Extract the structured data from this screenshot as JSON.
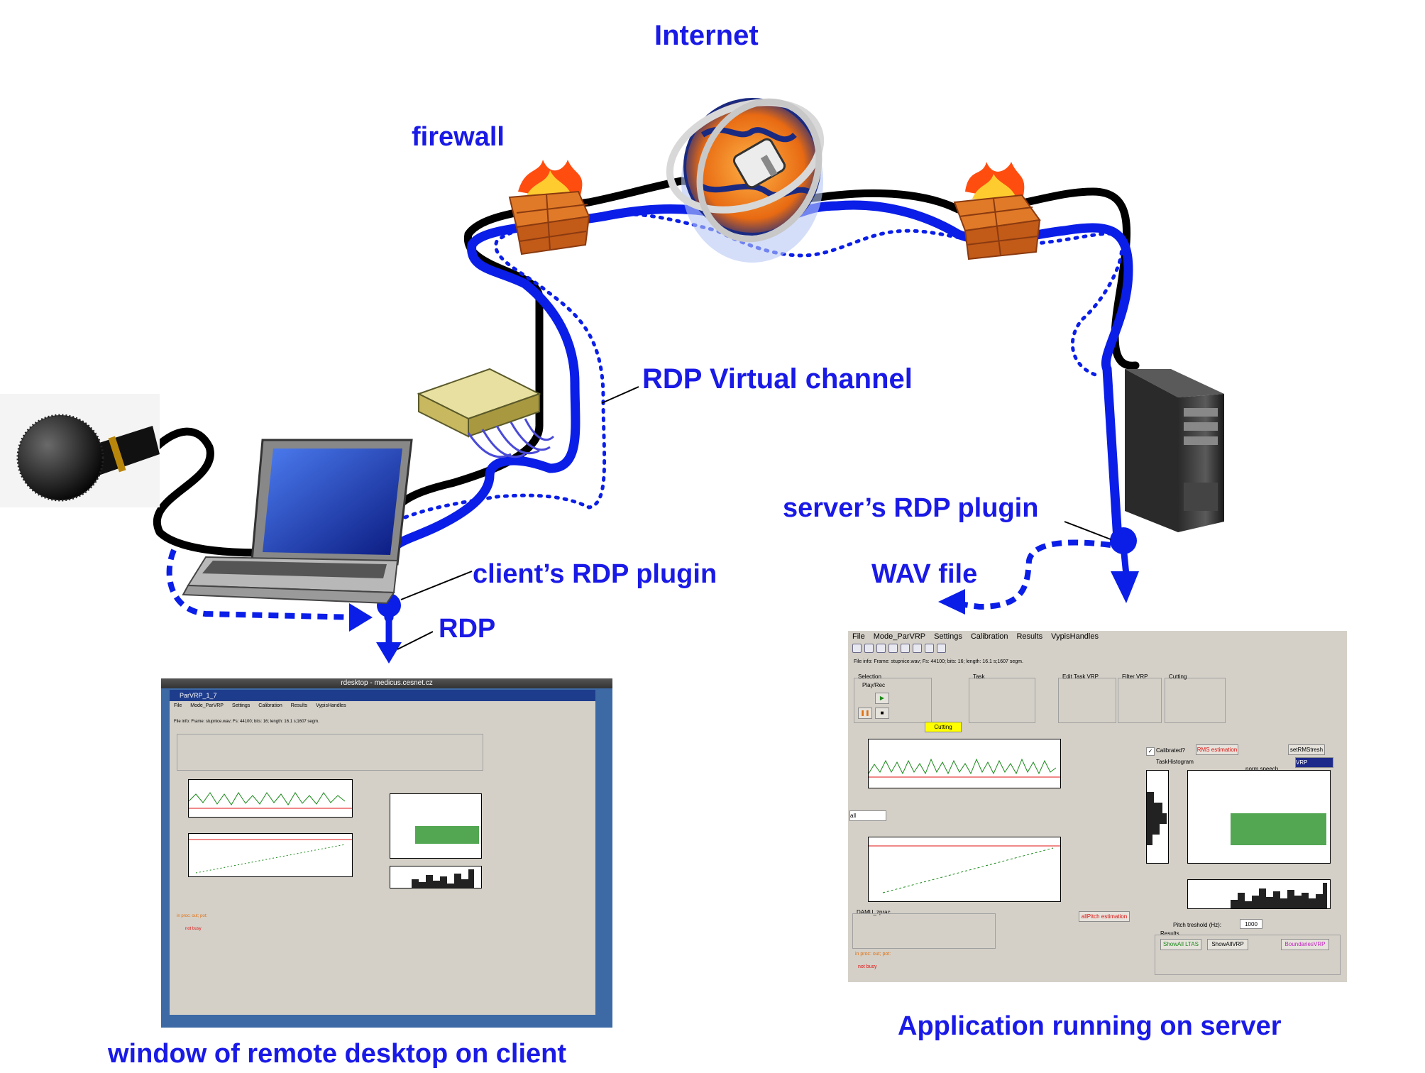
{
  "labels": {
    "internet": "Internet",
    "firewall": "firewall",
    "rdp_virtual_channel": "RDP Virtual channel",
    "servers_plugin": "server’s RDP plugin",
    "clients_plugin": "client’s RDP plugin",
    "wav_file": "WAV file",
    "rdp": "RDP",
    "caption_client": "window of remote desktop on client",
    "caption_server": "Application running on server"
  },
  "client_window": {
    "title": "rdesktop - medicus.cesnet.cz",
    "app_title": "ParVRP_1_7",
    "menu": [
      "File",
      "Mode_ParVRP",
      "Settings",
      "Calibration",
      "Results",
      "VypisHandles"
    ],
    "file_info": "File info: Frame: stupnice.wav; Fs: 44100; bits: 16; length: 16.1 s;1607 segm.",
    "status1": "in proc: out; pot:",
    "status2": "not busy"
  },
  "server_window": {
    "menu": [
      "File",
      "Mode_ParVRP",
      "Settings",
      "Calibration",
      "Results",
      "VypisHandles"
    ],
    "file_info": "File info: Frame: stupnice.wav; Fs: 44100; bits: 16; length: 16.1 s;1607 segm.",
    "selection": "Selection",
    "playrec": "Play/Rec",
    "task": "Task",
    "edit_task": "Edit Task VRP",
    "filter": "Filter VRP",
    "cutting": "Cutting",
    "calibrated": "Calibrated?",
    "rms_est": "RMS estimation",
    "set_rms": "setRMStresh",
    "task_hist": "TaskHistogram",
    "norm_speech": "norm.speech",
    "vrp": "VRP",
    "damu": "DAMU_zprac",
    "results": "Results",
    "show_all_ltas": "ShowAll LTAS",
    "show_all_vrp": "ShowAllVRP",
    "boundaries": "BoundariesVRP",
    "all_pitch": "allPitch estimation",
    "pitch_treshold": "Pitch treshold (Hz):",
    "pitch_val": "1000",
    "status1": "in proc: out; pot:",
    "status2": "not busy"
  },
  "colors": {
    "accent": "#1a1ae6",
    "cable": "#000000",
    "channel": "#0a1ee8"
  }
}
